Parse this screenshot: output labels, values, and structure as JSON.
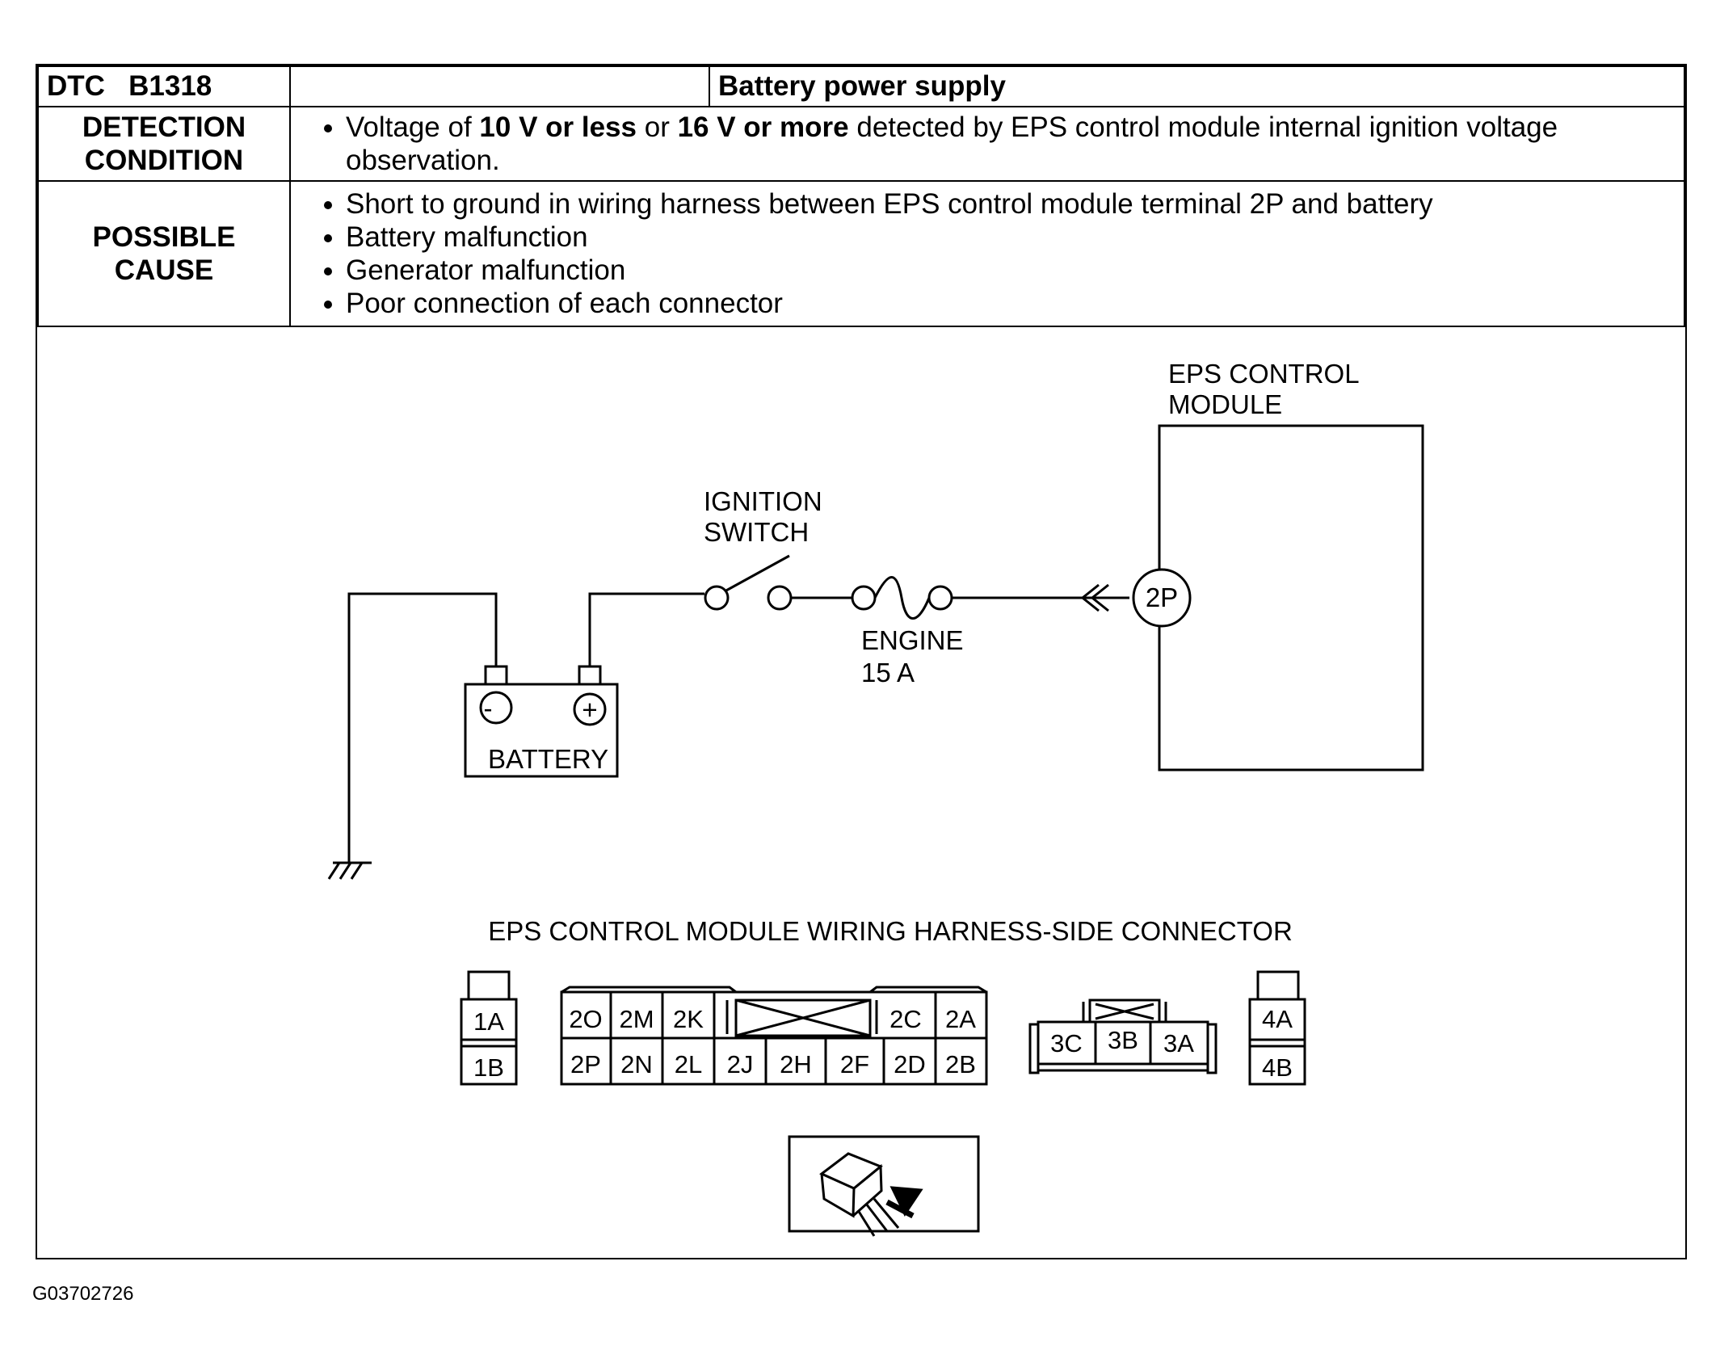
{
  "header": {
    "dtc_label": "DTC",
    "dtc_code": "B1318",
    "title": "Battery power supply"
  },
  "detection": {
    "label_line1": "DETECTION",
    "label_line2": "CONDITION",
    "text_part1": "Voltage of ",
    "text_bold1": "10 V or less",
    "text_part2": " or ",
    "text_bold2": "16 V or more",
    "text_part3": " detected by EPS control module internal ignition voltage observation."
  },
  "possible_cause": {
    "label_line1": "POSSIBLE",
    "label_line2": "CAUSE",
    "items": [
      "Short to ground in wiring harness between EPS control module terminal 2P and battery",
      "Battery malfunction",
      "Generator malfunction",
      "Poor connection of each connector"
    ]
  },
  "diagram": {
    "module_label_line1": "EPS CONTROL",
    "module_label_line2": "MODULE",
    "ignition_line1": "IGNITION",
    "ignition_line2": "SWITCH",
    "fuse_line1": "ENGINE",
    "fuse_line2": "15 A",
    "battery_label": "BATTERY",
    "battery_minus": "-",
    "battery_plus": "+",
    "terminal": "2P"
  },
  "connector": {
    "title": "EPS CONTROL MODULE WIRING HARNESS-SIDE CONNECTOR",
    "c1": [
      "1A",
      "1B"
    ],
    "c2_top": [
      "2O",
      "2M",
      "2K",
      "2C",
      "2A"
    ],
    "c2_bottom": [
      "2P",
      "2N",
      "2L",
      "2J",
      "2H",
      "2F",
      "2D",
      "2B"
    ],
    "c3": [
      "3C",
      "3B",
      "3A"
    ],
    "c4": [
      "4A",
      "4B"
    ]
  },
  "figure_id": "G03702726"
}
